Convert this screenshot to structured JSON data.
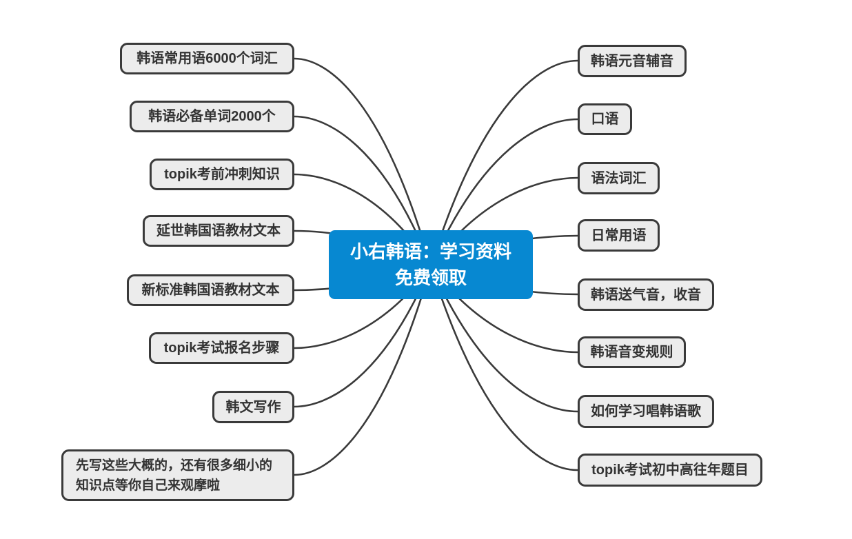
{
  "diagram_type": "mindmap",
  "style": {
    "canvas_background": "#ffffff",
    "node_background": "#ececec",
    "node_border_color": "#3a3a3a",
    "node_text_color": "#333333",
    "connector_color": "#3a3a3a",
    "root_background": "#0788d1",
    "root_text_color": "#ffffff"
  },
  "root": {
    "label": "小右韩语：学习资料\n免费领取"
  },
  "left_branches": [
    {
      "label": "韩语常用语6000个词汇"
    },
    {
      "label": "韩语必备单词2000个"
    },
    {
      "label": "topik考前冲刺知识"
    },
    {
      "label": "延世韩国语教材文本"
    },
    {
      "label": "新标准韩国语教材文本"
    },
    {
      "label": "topik考试报名步骤"
    },
    {
      "label": "韩文写作"
    },
    {
      "label": "先写这些大概的，还有很多细小的\n知识点等你自己来观摩啦"
    }
  ],
  "right_branches": [
    {
      "label": "韩语元音辅音"
    },
    {
      "label": "口语"
    },
    {
      "label": "语法词汇"
    },
    {
      "label": "日常用语"
    },
    {
      "label": "韩语送气音，收音"
    },
    {
      "label": "韩语音变规则"
    },
    {
      "label": "如何学习唱韩语歌"
    },
    {
      "label": "topik考试初中高往年题目"
    }
  ]
}
